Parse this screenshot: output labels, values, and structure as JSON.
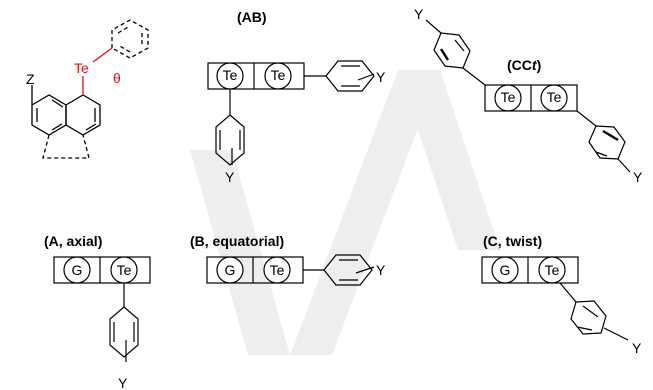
{
  "colors": {
    "ink": "#000000",
    "tellurium_highlight": "#e3120b",
    "watermark": "#e9e9e9"
  },
  "molecule": {
    "substituent": "Z",
    "te": "Te",
    "angle": "θ"
  },
  "structures": {
    "ab": {
      "label": "(AB)",
      "box1": "Te",
      "box2": "Te",
      "sub_right": "Y",
      "sub_bottom": "Y"
    },
    "cct": {
      "label_prefix": "(CC",
      "label_italic": "t",
      "label_suffix": ")",
      "box1": "Te",
      "box2": "Te",
      "sub_top": "Y",
      "sub_bottom": "Y"
    },
    "a": {
      "label": "(A, axial)",
      "box1": "G",
      "box2": "Te",
      "sub": "Y"
    },
    "b": {
      "label": "(B, equatorial)",
      "box1": "G",
      "box2": "Te",
      "sub": "Y"
    },
    "c": {
      "label": "(C, twist)",
      "box1": "G",
      "box2": "Te",
      "sub": "Y"
    }
  }
}
